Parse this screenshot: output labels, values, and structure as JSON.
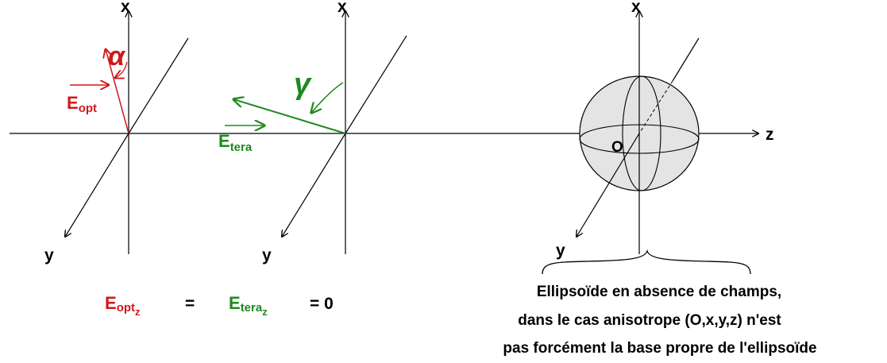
{
  "colors": {
    "axis": "#000000",
    "optical": "#d01818",
    "terahertz": "#1e8a1e",
    "ellipsoid_fill": "#e4e4e4",
    "ellipsoid_stroke": "#000000"
  },
  "axes": {
    "x": "x",
    "y": "y",
    "z": "z"
  },
  "frame1": {
    "vector_label": "E",
    "vector_subscript": "opt",
    "angle_label": "α"
  },
  "frame2": {
    "vector_label": "E",
    "vector_subscript": "tera",
    "angle_label": "γ"
  },
  "ellipsoid": {
    "origin_label": "O"
  },
  "equation": {
    "term1": "E",
    "term1_sub": "opt",
    "term1_subsub": "z",
    "equals1": "=",
    "term2": "E",
    "term2_sub": "tera",
    "term2_subsub": "z",
    "tail": "= 0"
  },
  "caption": {
    "line1": "Ellipsoïde en absence de champs,",
    "line2": "dans le cas anisotrope (O,x,y,z) n'est",
    "line3": "pas forcément la base propre de l'ellipsoïde"
  }
}
